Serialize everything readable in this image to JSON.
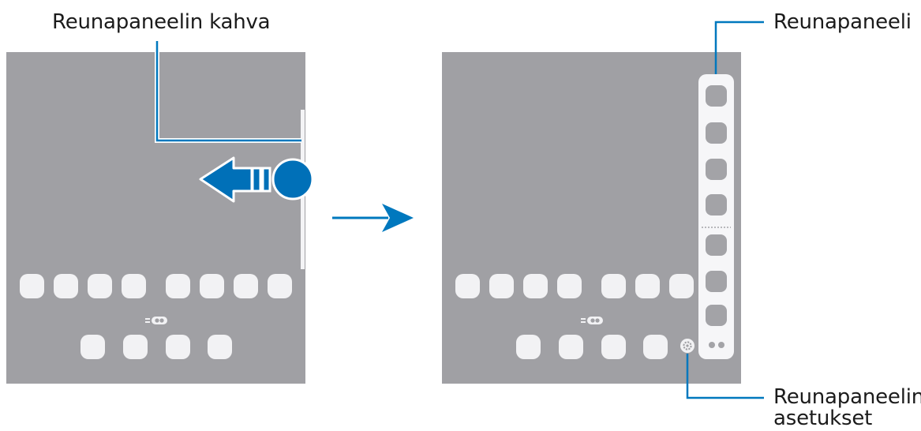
{
  "labels": {
    "edge_handle": "Reunapaneelin kahva",
    "edge_panel": "Reunapaneeli",
    "edge_settings_line1": "Reunapaneelin",
    "edge_settings_line2": "asetukset"
  },
  "colors": {
    "screen": "#a0a0a4",
    "icon": "#f2f2f4",
    "accent": "#0070b8",
    "callout": "#0078be",
    "panel": "#f6f6f8",
    "panel_icon": "#a3a3a7",
    "text": "#1b1b1b"
  },
  "icons": {
    "swipe_arrow": "arrow-left-icon",
    "transition_arrow": "arrow-right-icon",
    "settings": "gear-icon",
    "page_indicator": "page-indicator-icon"
  }
}
